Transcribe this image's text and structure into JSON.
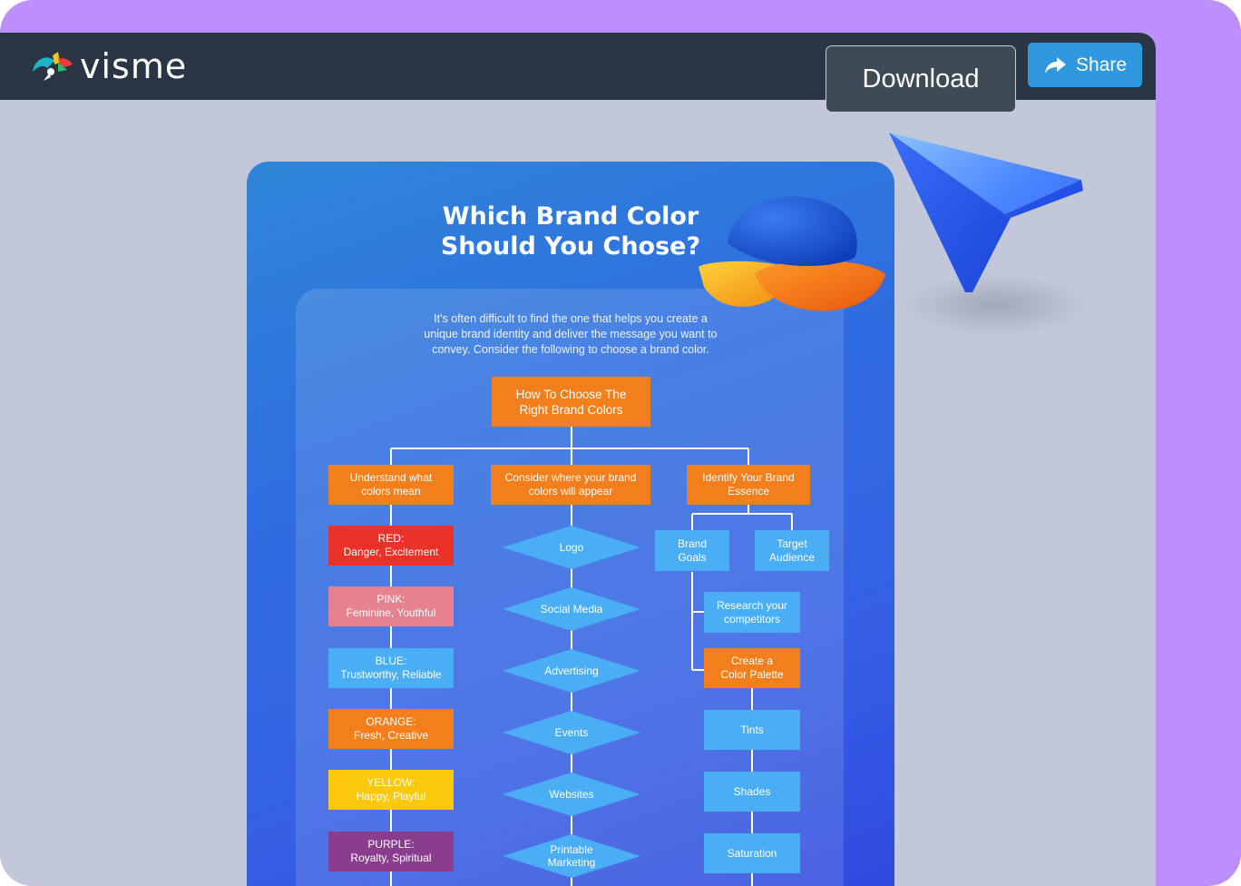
{
  "app": {
    "logo_text": "visme"
  },
  "toolbar": {
    "download_label": "Download",
    "share_label": "Share"
  },
  "poster": {
    "title_line1": "Which Brand Color",
    "title_line2": "Should You Chose?",
    "intro_lines": [
      "It's often difficult to find the one that helps you create a",
      "unique brand identity and deliver the message you want to",
      "convey. Consider the following to choose a brand color."
    ],
    "root": {
      "line1": "How To Choose The",
      "line2": "Right Brand Colors"
    },
    "branches": [
      {
        "line1": "Understand what",
        "line2": "colors mean"
      },
      {
        "line1": "Consider where your brand",
        "line2": "colors will appear"
      },
      {
        "line1": "Identify Your Brand",
        "line2": "Essence"
      }
    ],
    "colors": [
      {
        "line1": "RED:",
        "line2": "Danger, Excitement",
        "color": "#e8322a"
      },
      {
        "line1": "PINK:",
        "line2": "Feminine, Youthful",
        "color": "#e6828f"
      },
      {
        "line1": "BLUE:",
        "line2": "Trustworthy, Reliable",
        "color": "#4aaef5"
      },
      {
        "line1": "ORANGE:",
        "line2": "Fresh, Creative",
        "color": "#f27f1c"
      },
      {
        "line1": "YELLOW:",
        "line2": "Happy, Playful",
        "color": "#fcc80a"
      },
      {
        "line1": "PURPLE:",
        "line2": "Royalty, Spiritual",
        "color": "#8a3d8c"
      }
    ],
    "channels": [
      {
        "line1": "Logo",
        "line2": ""
      },
      {
        "line1": "Social Media",
        "line2": ""
      },
      {
        "line1": "Advertising",
        "line2": ""
      },
      {
        "line1": "Events",
        "line2": ""
      },
      {
        "line1": "Websites",
        "line2": ""
      },
      {
        "line1": "Printable",
        "line2": "Marketing"
      }
    ],
    "essence": {
      "brand_goals": {
        "line1": "Brand",
        "line2": "Goals"
      },
      "target_audience": {
        "line1": "Target",
        "line2": "Audience"
      },
      "research": {
        "line1": "Research your",
        "line2": "competitors"
      },
      "palette": {
        "line1": "Create a",
        "line2": "Color Palette"
      },
      "palette_items": [
        "Tints",
        "Shades",
        "Saturation"
      ]
    }
  },
  "colors": {
    "frame_bg": "#bd8ffd",
    "topbar_bg": "#2a3544",
    "share_bg": "#2f99e0",
    "orange": "#f27f1c",
    "sky": "#4aaef5"
  },
  "icons": [
    "visme-logo-icon",
    "share-arrow-icon",
    "cursor-pointer-icon",
    "hemisphere-illustration-icon"
  ]
}
